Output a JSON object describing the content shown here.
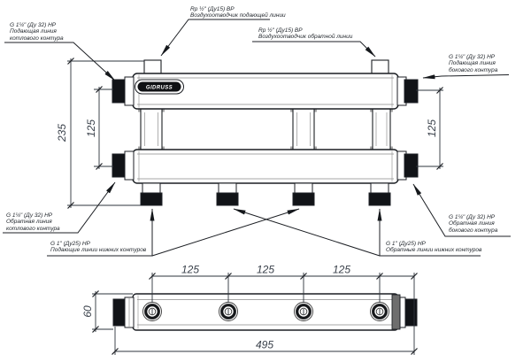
{
  "drawing": {
    "brand": "GIDRUSS",
    "callouts": {
      "boiler_supply": {
        "line1": "G 1¼\" (Ду 32) НР",
        "line2": "Подающая линия",
        "line3": "котлового контура"
      },
      "air_vent_supply": {
        "line1": "Rp ½\" (Ду15) ВР",
        "line2": "Воздухоотводчик подающей линии"
      },
      "air_vent_return": {
        "line1": "Rp ½\" (Ду15) ВР",
        "line2": "Воздухоотводчик обратной линии"
      },
      "side_supply": {
        "line1": "G 1¼\" (Ду 32) НР",
        "line2": "Подающая линия",
        "line3": "бокового контура"
      },
      "boiler_return": {
        "line1": "G 1¼\" (Ду 32) НР",
        "line2": "Обратная линия",
        "line3": "котлового контура"
      },
      "lower_supply": {
        "line1": "G 1\" (Ду25) НР",
        "line2": "Подающие линии нижних контуров"
      },
      "side_return": {
        "line1": "G 1¼\" (Ду 32) НР",
        "line2": "Обратная линия",
        "line3": "бокового контура"
      },
      "lower_return": {
        "line1": "G 1\" (Ду25) НР",
        "line2": "Обратные линии нижних контуров"
      }
    },
    "dimensions": {
      "overall_height": "235",
      "left_vertical_spacing": "125",
      "right_vertical_spacing": "125",
      "bottom_spacing_1": "125",
      "bottom_spacing_2": "125",
      "bottom_spacing_3": "125",
      "body_height": "60",
      "overall_length": "495"
    }
  }
}
